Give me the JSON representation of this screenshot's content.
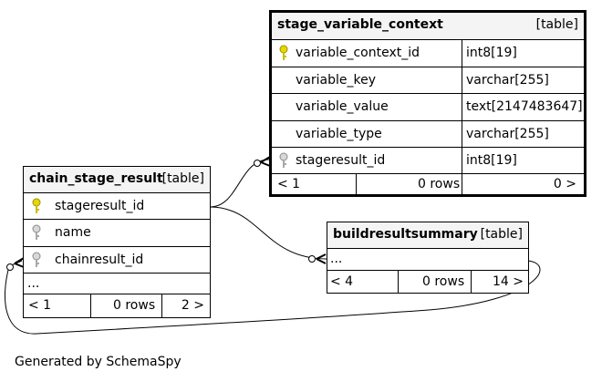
{
  "tables": {
    "stage_variable_context": {
      "name": "stage_variable_context",
      "tag": "[table]",
      "columns": [
        {
          "name": "variable_context_id",
          "type": "int8[19]",
          "key": "primary"
        },
        {
          "name": "variable_key",
          "type": "varchar[255]",
          "key": "none"
        },
        {
          "name": "variable_value",
          "type": "text[2147483647]",
          "key": "none"
        },
        {
          "name": "variable_type",
          "type": "varchar[255]",
          "key": "none"
        },
        {
          "name": "stageresult_id",
          "type": "int8[19]",
          "key": "foreign"
        }
      ],
      "footer": {
        "parents": "< 1",
        "rows": "0 rows",
        "children": "0 >"
      }
    },
    "chain_stage_result": {
      "name": "chain_stage_result",
      "tag": "[table]",
      "columns": [
        {
          "name": "stageresult_id",
          "key": "primary"
        },
        {
          "name": "name",
          "key": "foreign"
        },
        {
          "name": "chainresult_id",
          "key": "foreign"
        }
      ],
      "more": "...",
      "footer": {
        "parents": "< 1",
        "rows": "0 rows",
        "children": "2 >"
      }
    },
    "buildresultsummary": {
      "name": "buildresultsummary",
      "tag": "[table]",
      "more": "...",
      "footer": {
        "parents": "< 4",
        "rows": "0 rows",
        "children": "14 >"
      }
    }
  },
  "colors": {
    "primary_key": "#e6d800",
    "foreign_key": "#b0b0b0",
    "header_bg": "#f4f4f4"
  },
  "footer_text": "Generated by SchemaSpy"
}
